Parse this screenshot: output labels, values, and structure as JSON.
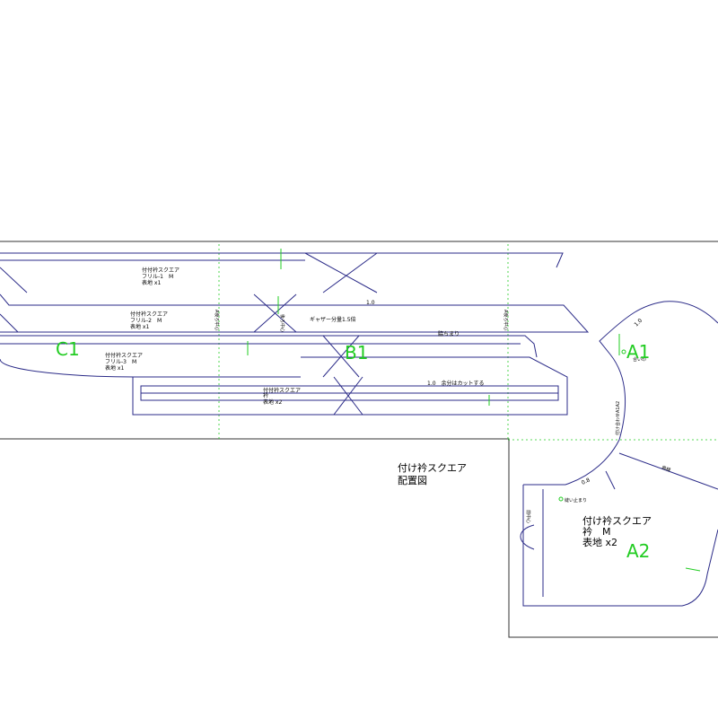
{
  "colors": {
    "outline": "#2b2b88",
    "guide": "#22cc22",
    "frame": "#333333",
    "text": "#000000",
    "label": "#22cc22"
  },
  "markers": {
    "c1": "C1",
    "b1": "B1",
    "a1": "A1",
    "a2": "A2"
  },
  "pieces": {
    "frill1": {
      "line1": "付付衿スクエア",
      "line2": "フリル-1　M",
      "line3": "表地 x1"
    },
    "frill2": {
      "line1": "付付衿スクエア",
      "line2": "フリル-2　M",
      "line3": "表地 x1"
    },
    "frill3": {
      "line1": "付付衿スクエア",
      "line2": "フリル-3　M",
      "line3": "表地 x1"
    },
    "band": {
      "line1": "付付衿スクエア",
      "line2": "衿",
      "line3": "表地 x2"
    },
    "collar": {
      "line1": "付け衿スクエア",
      "line2": "衿　M",
      "line3": "表地 x2"
    }
  },
  "notes": {
    "gather": "ギャザー分量1.5倍",
    "seam_top": "1.0",
    "fold": "脇ちまり",
    "cut_off": "1.0　余分はカットする",
    "dim_a1": "1.0",
    "dim_a2": "0.8",
    "placement_title": "付け衿スクエア",
    "placement_sub": "配置図",
    "guide_left": "A後ろ中心",
    "guide_right": "A後ろ中心",
    "notch_match": "合い印",
    "center_match": "付け合わせA1A2",
    "front_center": "前中心",
    "back_center": "後ろ中心",
    "attach_end": "付け止まり",
    "ease_end": "縫い止まり",
    "edge": "肩線"
  }
}
